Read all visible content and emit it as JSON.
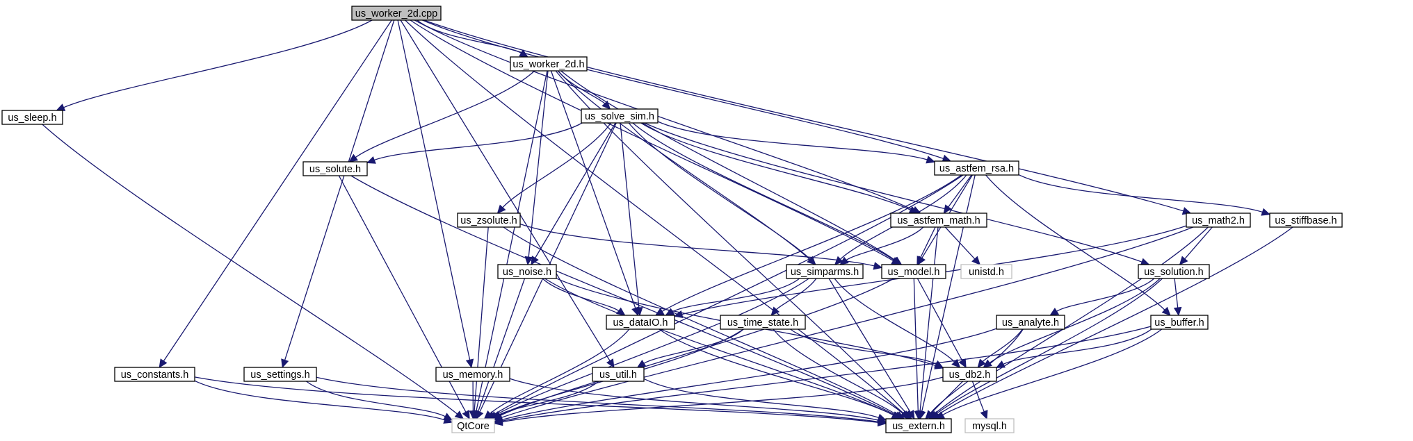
{
  "nodes": [
    {
      "id": "us_worker_2d_cpp",
      "label": "us_worker_2d.cpp",
      "kind": "root"
    },
    {
      "id": "us_worker_2d_h",
      "label": "us_worker_2d.h"
    },
    {
      "id": "us_sleep_h",
      "label": "us_sleep.h"
    },
    {
      "id": "us_solve_sim_h",
      "label": "us_solve_sim.h"
    },
    {
      "id": "us_solute_h",
      "label": "us_solute.h"
    },
    {
      "id": "us_astfem_rsa_h",
      "label": "us_astfem_rsa.h"
    },
    {
      "id": "us_zsolute_h",
      "label": "us_zsolute.h"
    },
    {
      "id": "us_astfem_math_h",
      "label": "us_astfem_math.h"
    },
    {
      "id": "us_math2_h",
      "label": "us_math2.h"
    },
    {
      "id": "us_stiffbase_h",
      "label": "us_stiffbase.h"
    },
    {
      "id": "us_noise_h",
      "label": "us_noise.h"
    },
    {
      "id": "us_simparms_h",
      "label": "us_simparms.h"
    },
    {
      "id": "us_model_h",
      "label": "us_model.h"
    },
    {
      "id": "unistd_h",
      "label": "unistd.h",
      "kind": "external"
    },
    {
      "id": "us_solution_h",
      "label": "us_solution.h"
    },
    {
      "id": "us_dataIO_h",
      "label": "us_dataIO.h"
    },
    {
      "id": "us_time_state_h",
      "label": "us_time_state.h"
    },
    {
      "id": "us_analyte_h",
      "label": "us_analyte.h"
    },
    {
      "id": "us_buffer_h",
      "label": "us_buffer.h"
    },
    {
      "id": "us_constants_h",
      "label": "us_constants.h"
    },
    {
      "id": "us_settings_h",
      "label": "us_settings.h"
    },
    {
      "id": "us_memory_h",
      "label": "us_memory.h"
    },
    {
      "id": "us_util_h",
      "label": "us_util.h"
    },
    {
      "id": "us_db2_h",
      "label": "us_db2.h"
    },
    {
      "id": "QtCore",
      "label": "QtCore",
      "kind": "external"
    },
    {
      "id": "us_extern_h",
      "label": "us_extern.h"
    },
    {
      "id": "mysql_h",
      "label": "mysql.h",
      "kind": "external"
    }
  ],
  "edges": [
    [
      "us_worker_2d_cpp",
      "us_worker_2d_h"
    ],
    [
      "us_worker_2d_cpp",
      "us_sleep_h"
    ],
    [
      "us_worker_2d_cpp",
      "us_constants_h"
    ],
    [
      "us_worker_2d_cpp",
      "us_settings_h"
    ],
    [
      "us_worker_2d_cpp",
      "us_memory_h"
    ],
    [
      "us_worker_2d_cpp",
      "us_util_h"
    ],
    [
      "us_worker_2d_cpp",
      "us_astfem_math_h"
    ],
    [
      "us_worker_2d_cpp",
      "us_astfem_rsa_h"
    ],
    [
      "us_worker_2d_cpp",
      "us_model_h"
    ],
    [
      "us_worker_2d_cpp",
      "us_math2_h"
    ],
    [
      "us_worker_2d_cpp",
      "us_extern_h"
    ],
    [
      "us_worker_2d_h",
      "QtCore"
    ],
    [
      "us_worker_2d_h",
      "us_solute_h"
    ],
    [
      "us_worker_2d_h",
      "us_noise_h"
    ],
    [
      "us_worker_2d_h",
      "us_dataIO_h"
    ],
    [
      "us_worker_2d_h",
      "us_solve_sim_h"
    ],
    [
      "us_worker_2d_h",
      "us_simparms_h"
    ],
    [
      "us_worker_2d_h",
      "us_model_h"
    ],
    [
      "us_worker_2d_h",
      "us_extern_h"
    ],
    [
      "us_sleep_h",
      "QtCore"
    ],
    [
      "us_solve_sim_h",
      "us_solute_h"
    ],
    [
      "us_solve_sim_h",
      "QtCore"
    ],
    [
      "us_solve_sim_h",
      "us_zsolute_h"
    ],
    [
      "us_solve_sim_h",
      "us_noise_h"
    ],
    [
      "us_solve_sim_h",
      "us_dataIO_h"
    ],
    [
      "us_solve_sim_h",
      "us_simparms_h"
    ],
    [
      "us_solve_sim_h",
      "us_model_h"
    ],
    [
      "us_solve_sim_h",
      "us_astfem_math_h"
    ],
    [
      "us_solve_sim_h",
      "us_astfem_rsa_h"
    ],
    [
      "us_solve_sim_h",
      "us_solution_h"
    ],
    [
      "us_solute_h",
      "QtCore"
    ],
    [
      "us_solute_h",
      "us_extern_h"
    ],
    [
      "us_astfem_rsa_h",
      "QtCore"
    ],
    [
      "us_astfem_rsa_h",
      "us_dataIO_h"
    ],
    [
      "us_astfem_rsa_h",
      "us_simparms_h"
    ],
    [
      "us_astfem_rsa_h",
      "us_astfem_math_h"
    ],
    [
      "us_astfem_rsa_h",
      "us_model_h"
    ],
    [
      "us_astfem_rsa_h",
      "us_buffer_h"
    ],
    [
      "us_astfem_rsa_h",
      "us_stiffbase_h"
    ],
    [
      "us_astfem_rsa_h",
      "us_extern_h"
    ],
    [
      "us_zsolute_h",
      "QtCore"
    ],
    [
      "us_zsolute_h",
      "us_extern_h"
    ],
    [
      "us_zsolute_h",
      "us_model_h"
    ],
    [
      "us_astfem_math_h",
      "us_simparms_h"
    ],
    [
      "us_astfem_math_h",
      "us_model_h"
    ],
    [
      "us_astfem_math_h",
      "unistd_h"
    ],
    [
      "us_astfem_math_h",
      "us_extern_h"
    ],
    [
      "us_math2_h",
      "us_dataIO_h"
    ],
    [
      "us_math2_h",
      "us_solution_h"
    ],
    [
      "us_math2_h",
      "QtCore"
    ],
    [
      "us_math2_h",
      "us_extern_h"
    ],
    [
      "us_stiffbase_h",
      "us_extern_h"
    ],
    [
      "us_noise_h",
      "us_dataIO_h"
    ],
    [
      "us_noise_h",
      "QtCore"
    ],
    [
      "us_noise_h",
      "us_db2_h"
    ],
    [
      "us_noise_h",
      "us_extern_h"
    ],
    [
      "us_simparms_h",
      "us_dataIO_h"
    ],
    [
      "us_simparms_h",
      "us_time_state_h"
    ],
    [
      "us_simparms_h",
      "QtCore"
    ],
    [
      "us_simparms_h",
      "us_db2_h"
    ],
    [
      "us_simparms_h",
      "us_extern_h"
    ],
    [
      "us_model_h",
      "QtCore"
    ],
    [
      "us_model_h",
      "us_db2_h"
    ],
    [
      "us_model_h",
      "us_extern_h"
    ],
    [
      "us_solution_h",
      "us_analyte_h"
    ],
    [
      "us_solution_h",
      "us_buffer_h"
    ],
    [
      "us_solution_h",
      "us_db2_h"
    ],
    [
      "us_solution_h",
      "us_extern_h"
    ],
    [
      "us_dataIO_h",
      "QtCore"
    ],
    [
      "us_dataIO_h",
      "us_extern_h"
    ],
    [
      "us_time_state_h",
      "us_util_h"
    ],
    [
      "us_time_state_h",
      "QtCore"
    ],
    [
      "us_time_state_h",
      "us_db2_h"
    ],
    [
      "us_time_state_h",
      "us_extern_h"
    ],
    [
      "us_analyte_h",
      "us_db2_h"
    ],
    [
      "us_analyte_h",
      "QtCore"
    ],
    [
      "us_analyte_h",
      "us_extern_h"
    ],
    [
      "us_buffer_h",
      "us_db2_h"
    ],
    [
      "us_buffer_h",
      "QtCore"
    ],
    [
      "us_buffer_h",
      "us_extern_h"
    ],
    [
      "us_constants_h",
      "QtCore"
    ],
    [
      "us_constants_h",
      "us_extern_h"
    ],
    [
      "us_settings_h",
      "QtCore"
    ],
    [
      "us_settings_h",
      "us_extern_h"
    ],
    [
      "us_memory_h",
      "QtCore"
    ],
    [
      "us_memory_h",
      "us_extern_h"
    ],
    [
      "us_util_h",
      "QtCore"
    ],
    [
      "us_util_h",
      "us_extern_h"
    ],
    [
      "us_db2_h",
      "QtCore"
    ],
    [
      "us_db2_h",
      "us_extern_h"
    ],
    [
      "us_db2_h",
      "mysql_h"
    ]
  ]
}
